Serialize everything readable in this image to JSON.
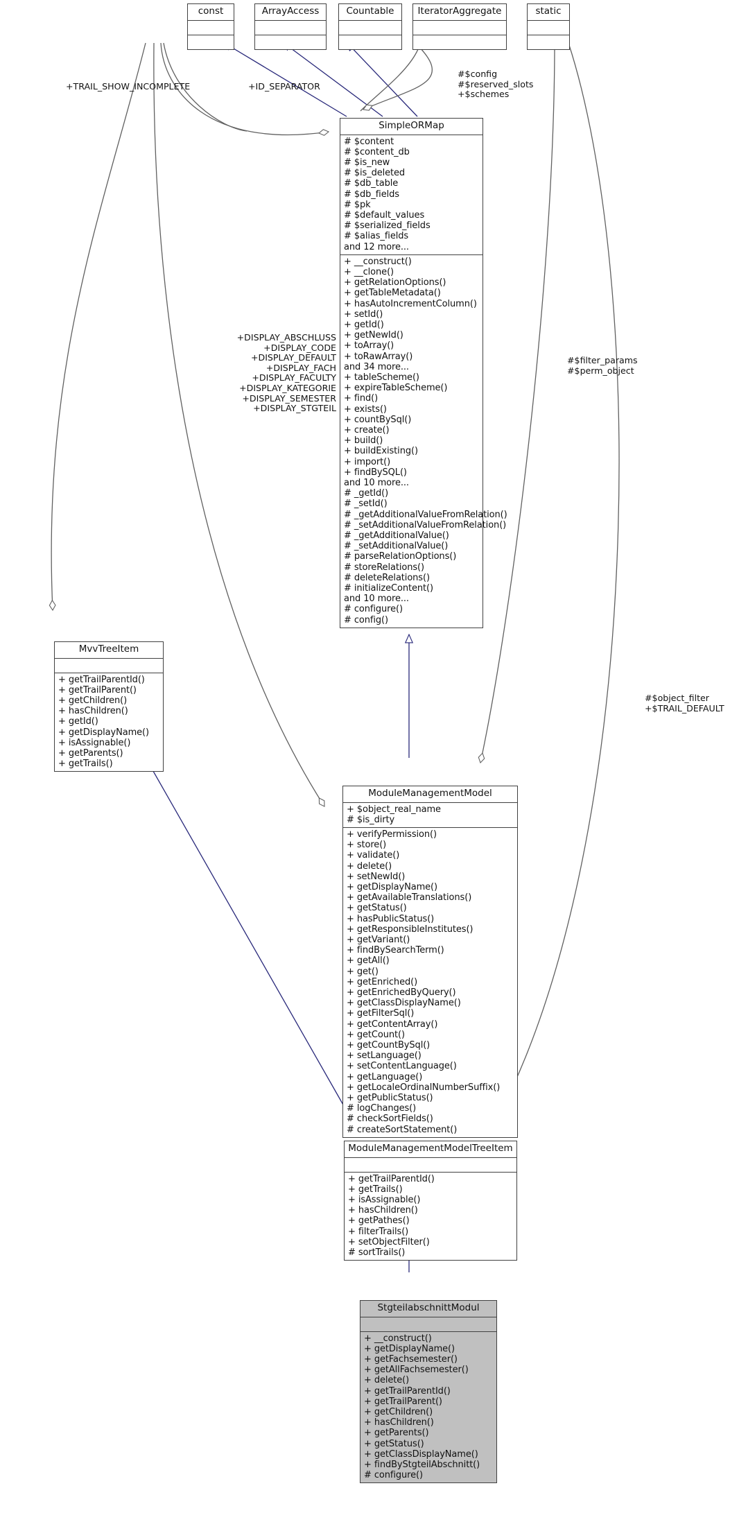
{
  "diagram": {
    "kind": "uml-class-inheritance-graph",
    "colors": {
      "box_border": "#404040",
      "box_fill": "#ffffff",
      "highlight_fill": "#c0c0c0",
      "inheritance_edge": "#28287a",
      "association_edge": "#606060",
      "text": "#111111"
    }
  },
  "classes": {
    "const": {
      "name": "const",
      "attributes": [],
      "methods": []
    },
    "array_access": {
      "name": "ArrayAccess",
      "attributes": [],
      "methods": []
    },
    "countable": {
      "name": "Countable",
      "attributes": [],
      "methods": []
    },
    "iterator_aggregate": {
      "name": "IteratorAggregate",
      "attributes": [],
      "methods": []
    },
    "static": {
      "name": "static",
      "attributes": [],
      "methods": []
    },
    "simple_ormap": {
      "name": "SimpleORMap",
      "attributes": [
        "# $content",
        "# $content_db",
        "# $is_new",
        "# $is_deleted",
        "# $db_table",
        "# $db_fields",
        "# $pk",
        "# $default_values",
        "# $serialized_fields",
        "# $alias_fields",
        "and 12 more..."
      ],
      "methods": [
        "+  __construct()",
        "+  __clone()",
        "+ getRelationOptions()",
        "+ getTableMetadata()",
        "+ hasAutoIncrementColumn()",
        "+ setId()",
        "+ getId()",
        "+ getNewId()",
        "+ toArray()",
        "+ toRawArray()",
        "and 34 more...",
        "+ tableScheme()",
        "+ expireTableScheme()",
        "+ find()",
        "+ exists()",
        "+ countBySql()",
        "+ create()",
        "+ build()",
        "+ buildExisting()",
        "+ import()",
        "+ findBySQL()",
        "and 10 more...",
        "# _getId()",
        "# _setId()",
        "# _getAdditionalValueFromRelation()",
        "# _setAdditionalValueFromRelation()",
        "# _getAdditionalValue()",
        "# _setAdditionalValue()",
        "# parseRelationOptions()",
        "# storeRelations()",
        "# deleteRelations()",
        "# initializeContent()",
        "and 10 more...",
        "# configure()",
        "# config()"
      ]
    },
    "mvv_tree_item": {
      "name": "MvvTreeItem",
      "attributes": [],
      "methods": [
        "+ getTrailParentId()",
        "+ getTrailParent()",
        "+ getChildren()",
        "+ hasChildren()",
        "+ getId()",
        "+ getDisplayName()",
        "+ isAssignable()",
        "+ getParents()",
        "+ getTrails()"
      ]
    },
    "module_management_model": {
      "name": "ModuleManagementModel",
      "attributes": [
        "+ $object_real_name",
        "# $is_dirty"
      ],
      "methods": [
        "+ verifyPermission()",
        "+ store()",
        "+ validate()",
        "+ delete()",
        "+ setNewId()",
        "+ getDisplayName()",
        "+ getAvailableTranslations()",
        "+ getStatus()",
        "+ hasPublicStatus()",
        "+ getResponsibleInstitutes()",
        "+ getVariant()",
        "+ findBySearchTerm()",
        "+ getAll()",
        "+ get()",
        "+ getEnriched()",
        "+ getEnrichedByQuery()",
        "+ getClassDisplayName()",
        "+ getFilterSql()",
        "+ getContentArray()",
        "+ getCount()",
        "+ getCountBySql()",
        "+ setLanguage()",
        "+ setContentLanguage()",
        "+ getLanguage()",
        "+ getLocaleOrdinalNumberSuffix()",
        "+ getPublicStatus()",
        "# logChanges()",
        "# checkSortFields()",
        "# createSortStatement()"
      ]
    },
    "module_management_model_tree_item": {
      "name": "ModuleManagementModelTreeItem",
      "attributes": [],
      "methods": [
        "+ getTrailParentId()",
        "+ getTrails()",
        "+ isAssignable()",
        "+ hasChildren()",
        "+ getPathes()",
        "+ filterTrails()",
        "+ setObjectFilter()",
        "# sortTrails()"
      ]
    },
    "stgteilabschnitt_modul": {
      "name": "StgteilabschnittModul",
      "attributes": [],
      "methods": [
        "+  __construct()",
        "+ getDisplayName()",
        "+ getFachsemester()",
        "+ getAllFachsemester()",
        "+ delete()",
        "+ getTrailParentId()",
        "+ getTrailParent()",
        "+ getChildren()",
        "+ hasChildren()",
        "+ getParents()",
        "+ getStatus()",
        "+ getClassDisplayName()",
        "+ findByStgteilAbschnitt()",
        "# configure()"
      ]
    }
  },
  "edge_labels": {
    "trail_show_incomplete": "+TRAIL_SHOW_INCOMPLETE",
    "id_separator": "+ID_SEPARATOR",
    "config_reserved_schemes": "#$config\n#$reserved_slots\n+$schemes",
    "display_constants": "+DISPLAY_ABSCHLUSS\n+DISPLAY_CODE\n+DISPLAY_DEFAULT\n+DISPLAY_FACH\n+DISPLAY_FACULTY\n+DISPLAY_KATEGORIE\n+DISPLAY_SEMESTER\n+DISPLAY_STGTEIL",
    "filter_params_perm_object": "#$filter_params\n#$perm_object",
    "object_filter_trail_default": "#$object_filter\n+$TRAIL_DEFAULT"
  }
}
